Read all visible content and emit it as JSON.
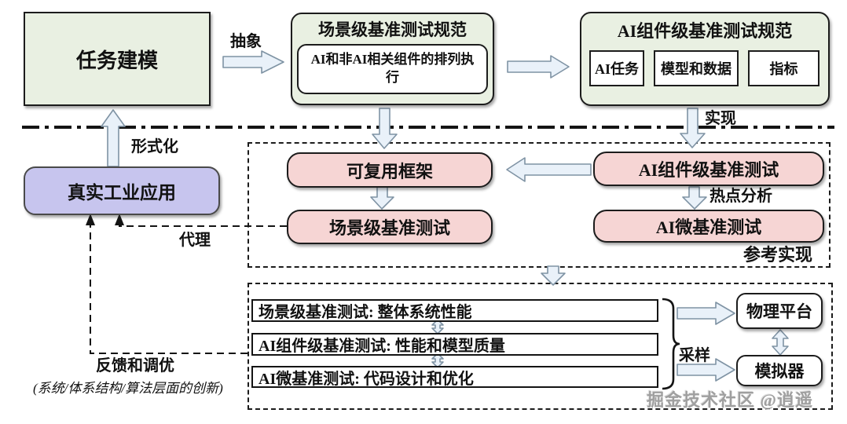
{
  "colors": {
    "box_green": "#e9f0e2",
    "box_pink": "#f6d5d4",
    "box_purple": "#c7c5ee",
    "arrow_fill": "#e9f1f9",
    "arrow_stroke": "#7f93a4",
    "line_black": "#141414"
  },
  "top": {
    "task_modeling_label": "任务建模",
    "abstraction_label": "抽象",
    "scenario_spec_title": "场景级基准测试规范",
    "scenario_spec_detail": "AI和非AI相关组件的排列执行",
    "component_spec_title": "AI组件级基准测试规范",
    "component_spec_items": [
      "AI任务",
      "模型和数据",
      "指标"
    ],
    "realization_label": "实现"
  },
  "left": {
    "real_industry_app_label": "真实工业应用",
    "formalization_label": "形式化",
    "proxy_label": "代理",
    "feedback_label": "反馈和调优",
    "feedback_note": "(系统/体系结构/算法层面的创新)"
  },
  "reference_impl": {
    "reusable_framework_label": "可复用框架",
    "scenario_benchmark_label": "场景级基准测试",
    "ai_component_benchmark_label": "AI组件级基准测试",
    "ai_micro_benchmark_label": "AI微基准测试",
    "hotspot_analysis_label": "热点分析",
    "caption": "参考实现"
  },
  "evaluation": {
    "rows": [
      "场景级基准测试: 整体系统性能",
      "AI组件级基准测试: 性能和模型质量",
      "AI微基准测试: 代码设计和优化"
    ],
    "sampling_label": "采样",
    "physical_platform_label": "物理平台",
    "simulator_label": "模拟器"
  },
  "watermark": "掘金技术社区 @逍遥"
}
